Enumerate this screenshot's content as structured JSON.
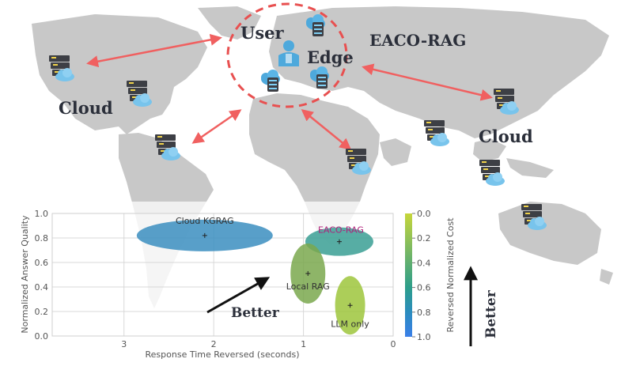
{
  "labels": {
    "user": "User",
    "edge": "Edge",
    "system": "EACO-RAG",
    "cloud_left": "Cloud",
    "cloud_right": "Cloud",
    "better_diag": "Better",
    "better_vert": "Better"
  },
  "colors": {
    "arrow": "#f06060",
    "circle": "#e85050",
    "land": "#c8c8c8",
    "server_dark": "#3d3f45",
    "cloud_blue": "#78c4ec"
  },
  "icons": [
    "server-cloud-icon",
    "edge-server-icon",
    "user-icon"
  ],
  "chart_data": {
    "type": "scatter",
    "xlabel": "Response Time Reversed (seconds)",
    "ylabel": "Normalized Answer Quality",
    "xlim": [
      3.8,
      0
    ],
    "ylim": [
      0,
      1.0
    ],
    "x_ticks": [
      "3",
      "2",
      "1",
      "0"
    ],
    "y_ticks": [
      "0.0",
      "0.2",
      "0.4",
      "0.6",
      "0.8",
      "1.0"
    ],
    "grid": true,
    "colorbar": {
      "label": "Reversed Normalized Cost",
      "ticks": [
        "0.0",
        "0.2",
        "0.4",
        "0.6",
        "0.8",
        "1.0"
      ],
      "colors": [
        "#c6d63a",
        "#6cb36a",
        "#2d9e8a",
        "#2b8cbe",
        "#3a7fe8"
      ]
    },
    "points": [
      {
        "name": "Cloud KGRAG",
        "x": 2.1,
        "y": 0.82,
        "color": "#3b8ec0",
        "label_color": "#333333"
      },
      {
        "name": "EACO-RAG",
        "x": 0.6,
        "y": 0.77,
        "color": "#3a9f94",
        "label_color": "#b0207a"
      },
      {
        "name": "Local RAG",
        "x": 0.95,
        "y": 0.51,
        "color": "#7aa84e",
        "label_color": "#333333"
      },
      {
        "name": "LLM only",
        "x": 0.48,
        "y": 0.25,
        "color": "#9ec63c",
        "label_color": "#333333"
      }
    ]
  }
}
